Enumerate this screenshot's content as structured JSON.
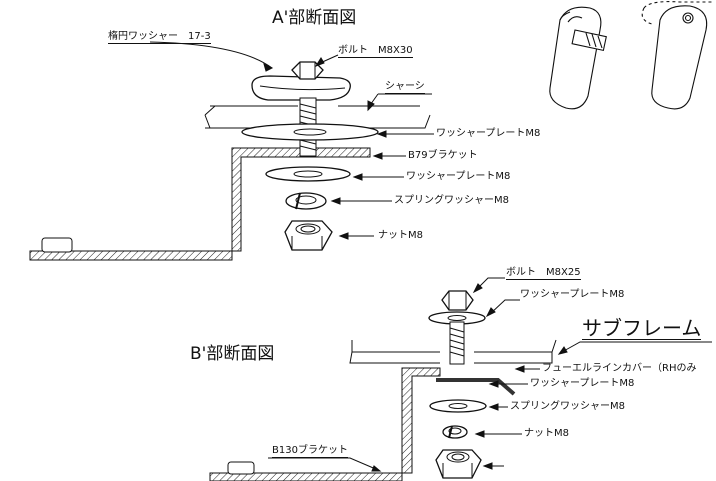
{
  "section_a": {
    "title": "A'部断面図",
    "labels": {
      "oval_washer": "楕円ワッシャー　17-3",
      "bolt": "ボルト　M8X30",
      "chassis": "シャーシ",
      "washer_plate_upper": "ワッシャープレートM8",
      "bracket": "B79ブラケット",
      "washer_plate_lower": "ワッシャープレートM8",
      "spring_washer": "スプリングワッシャーM8",
      "nut": "ナットM8"
    }
  },
  "section_b": {
    "title": "B'部断面図",
    "subframe_title": "サブフレーム",
    "labels": {
      "bolt": "ボルト　M8X25",
      "washer_plate_upper": "ワッシャープレートM8",
      "fuel_line_cover": "フューエルラインカバー（RHのみ",
      "washer_plate_lower": "ワッシャープレートM8",
      "spring_washer": "スプリングワッシャーM8",
      "nut": "ナットM8",
      "bracket": "B130ブラケット"
    }
  }
}
